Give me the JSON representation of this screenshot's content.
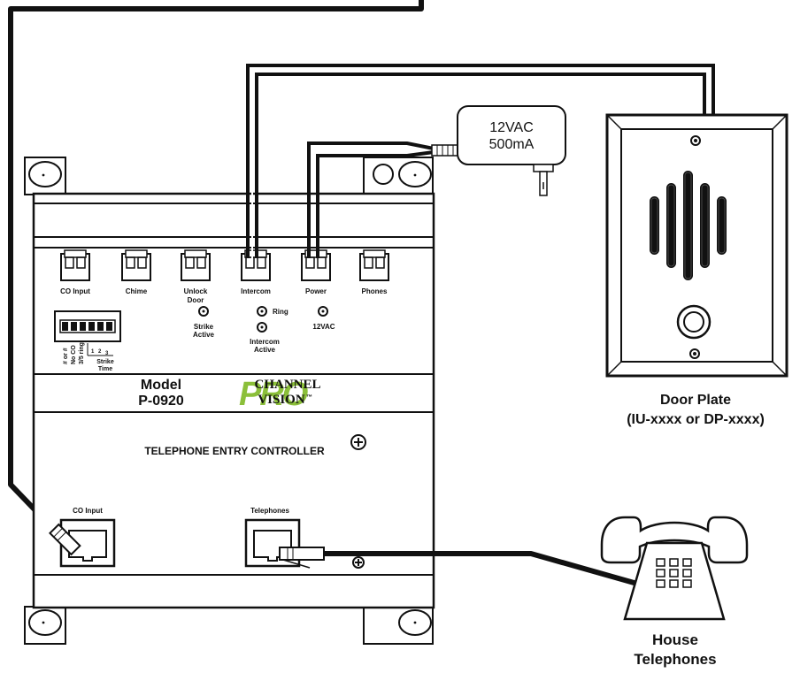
{
  "colors": {
    "brand_green": "#8bbf3a",
    "line": "#111111",
    "background": "#ffffff"
  },
  "controller": {
    "connector_labels": [
      "CO Input",
      "Chime",
      "Unlock",
      "Door",
      "Intercom",
      "Power",
      "Phones"
    ],
    "dip_labels": [
      "# or #",
      "No CO",
      "3/5 ring"
    ],
    "strike_nums": [
      "1",
      "2",
      "3"
    ],
    "strike_time": [
      "Strike",
      "Time"
    ],
    "led_strike": [
      "Strike",
      "Active"
    ],
    "led_ring": "Ring",
    "led_intercom": [
      "Intercom",
      "Active"
    ],
    "led_12vac": "12VAC",
    "model_label": "Model",
    "model_number": "P-0920",
    "brand_line1": "CHANNEL",
    "brand_line2": "VISION",
    "brand_tm": "™",
    "brand_pro": "PRO",
    "title": "TELEPHONE ENTRY CONTROLLER",
    "jack_co": "CO Input",
    "jack_phones": "Telephones"
  },
  "adapter": {
    "line1": "12VAC",
    "line2": "500mA"
  },
  "door_plate": {
    "label1": "Door Plate",
    "label2": "(IU-xxxx or DP-xxxx)"
  },
  "telephone": {
    "label1": "House",
    "label2": "Telephones"
  }
}
